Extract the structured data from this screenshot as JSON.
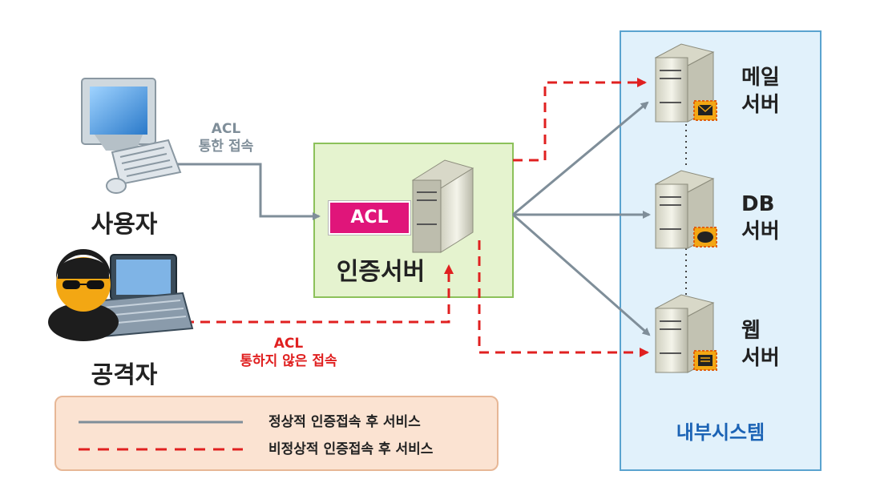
{
  "nodes": {
    "user": "사용자",
    "attacker": "공격자",
    "auth_server": "인증서버",
    "acl_tag": "ACL",
    "mail_server": [
      "메일",
      "서버"
    ],
    "db_server": [
      "DB",
      "서버"
    ],
    "web_server": [
      "웹",
      "서버"
    ],
    "internal_system": "내부시스템"
  },
  "edges": {
    "acl_through": [
      "ACL",
      "통한 접속"
    ],
    "acl_not_through": [
      "ACL",
      "통하지 않은 접속"
    ]
  },
  "legend": {
    "normal": "정상적 인증접속 후 서비스",
    "abnormal": "비정상적 인증접속 후 서비스"
  },
  "colors": {
    "normal_line": "#7f8e99",
    "abnormal_line": "#e02020",
    "acl_tag": "#e0157a",
    "internal_title": "#1b63b5"
  }
}
